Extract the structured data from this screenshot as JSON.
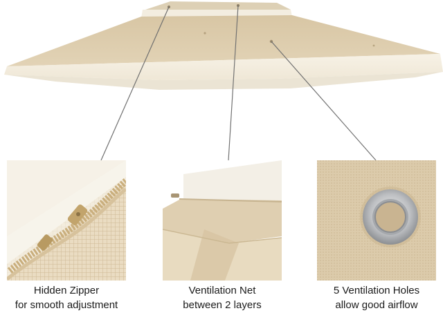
{
  "features": [
    {
      "line1": "Hidden Zipper",
      "line2": "for smooth adjustment",
      "icon": "zipper-closeup"
    },
    {
      "line1": "Ventilation Net",
      "line2": "between 2 layers",
      "icon": "ventilation-net-closeup"
    },
    {
      "line1": "5 Ventilation Holes",
      "line2": "allow good airflow",
      "icon": "grommet-closeup"
    }
  ],
  "colors": {
    "canopy_tan": "#d9c7a6",
    "canopy_cream": "#f4efe3",
    "leader_line": "#666666",
    "grommet_silver": "#b9bcbf"
  }
}
